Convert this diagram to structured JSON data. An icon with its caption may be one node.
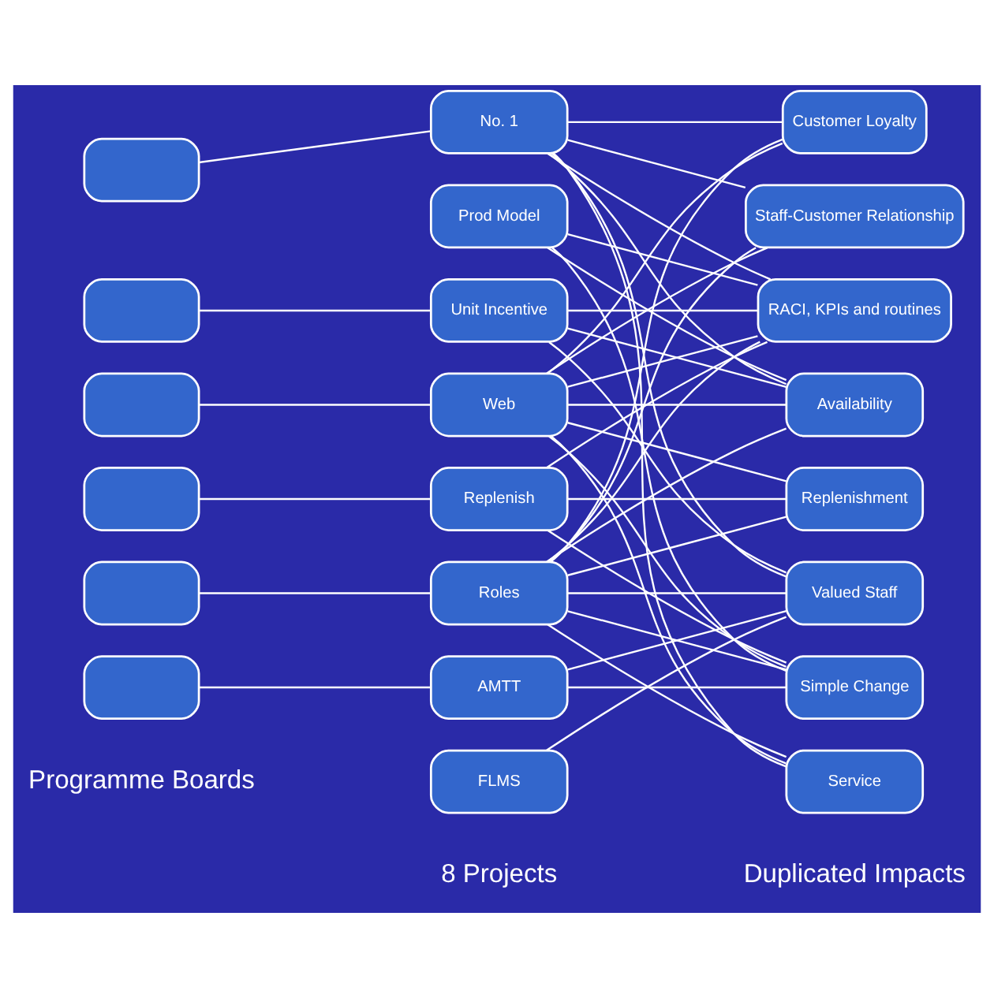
{
  "diagram": {
    "nodes": [
      {
        "text": [],
        "shape": "box"
      },
      {
        "text": [],
        "shape": "box"
      },
      {
        "text": [],
        "shape": "box"
      },
      {
        "text": [],
        "shape": "box"
      },
      {
        "text": [],
        "shape": "box"
      },
      {
        "text": [],
        "shape": "box"
      },
      {
        "text": [
          "No. 1"
        ]
      },
      {
        "text": [
          "Prod Model"
        ]
      },
      {
        "text": [
          "Unit Incentive"
        ]
      },
      {
        "text": [
          "Web"
        ]
      },
      {
        "text": [
          "Replenish"
        ]
      },
      {
        "text": [
          "Roles"
        ]
      },
      {
        "text": [
          "AMTT"
        ]
      },
      {
        "text": [
          "FLMS"
        ]
      },
      {
        "text": [
          "Customer Loyalty"
        ]
      },
      {
        "text": [
          "Staff-Customer Relationship"
        ]
      },
      {
        "text": [
          "RACI, KPIs and routines"
        ]
      },
      {
        "text": [
          "Availability"
        ]
      },
      {
        "text": [
          "Replenishment"
        ]
      },
      {
        "text": [
          "Valued Staff"
        ]
      },
      {
        "text": [
          "Simple Change"
        ]
      },
      {
        "text": [
          "Service"
        ]
      }
    ],
    "edges": [
      {
        "from": 0,
        "to": 6,
        "arrow": "none"
      },
      {
        "from": 1,
        "to": 8,
        "arrow": "none"
      },
      {
        "from": 2,
        "to": 9,
        "arrow": "none"
      },
      {
        "from": 3,
        "to": 10,
        "arrow": "none"
      },
      {
        "from": 4,
        "to": 11,
        "arrow": "none"
      },
      {
        "from": 5,
        "to": 12,
        "arrow": "none"
      },
      {
        "from": 6,
        "to": 14,
        "arrow": "none"
      },
      {
        "from": 6,
        "to": 15,
        "arrow": "none"
      },
      {
        "from": 6,
        "to": 16,
        "arrow": "none"
      },
      {
        "from": 6,
        "to": 17,
        "arrow": "none"
      },
      {
        "from": 6,
        "to": 19,
        "arrow": "none"
      },
      {
        "from": 6,
        "to": 21,
        "arrow": "none"
      },
      {
        "from": 7,
        "to": 16,
        "arrow": "none"
      },
      {
        "from": 7,
        "to": 17,
        "arrow": "none"
      },
      {
        "from": 7,
        "to": 20,
        "arrow": "none"
      },
      {
        "from": 8,
        "to": 16,
        "arrow": "none"
      },
      {
        "from": 8,
        "to": 17,
        "arrow": "none"
      },
      {
        "from": 8,
        "to": 19,
        "arrow": "none"
      },
      {
        "from": 9,
        "to": 14,
        "arrow": "none"
      },
      {
        "from": 9,
        "to": 15,
        "arrow": "none"
      },
      {
        "from": 9,
        "to": 16,
        "arrow": "none"
      },
      {
        "from": 9,
        "to": 17,
        "arrow": "none"
      },
      {
        "from": 9,
        "to": 18,
        "arrow": "none"
      },
      {
        "from": 9,
        "to": 20,
        "arrow": "none"
      },
      {
        "from": 9,
        "to": 21,
        "arrow": "none"
      },
      {
        "from": 10,
        "to": 16,
        "arrow": "none"
      },
      {
        "from": 10,
        "to": 18,
        "arrow": "none"
      },
      {
        "from": 10,
        "to": 20,
        "arrow": "none"
      },
      {
        "from": 11,
        "to": 14,
        "arrow": "none"
      },
      {
        "from": 11,
        "to": 15,
        "arrow": "none"
      },
      {
        "from": 11,
        "to": 16,
        "arrow": "none"
      },
      {
        "from": 11,
        "to": 17,
        "arrow": "none"
      },
      {
        "from": 11,
        "to": 18,
        "arrow": "none"
      },
      {
        "from": 11,
        "to": 19,
        "arrow": "none"
      },
      {
        "from": 11,
        "to": 20,
        "arrow": "none"
      },
      {
        "from": 11,
        "to": 21,
        "arrow": "none"
      },
      {
        "from": 12,
        "to": 19,
        "arrow": "none"
      },
      {
        "from": 12,
        "to": 20,
        "arrow": "none"
      },
      {
        "from": 13,
        "to": 19,
        "arrow": "none"
      }
    ],
    "labels": [
      "Programme Boards",
      "8 Projects",
      "Duplicated Impacts"
    ]
  }
}
